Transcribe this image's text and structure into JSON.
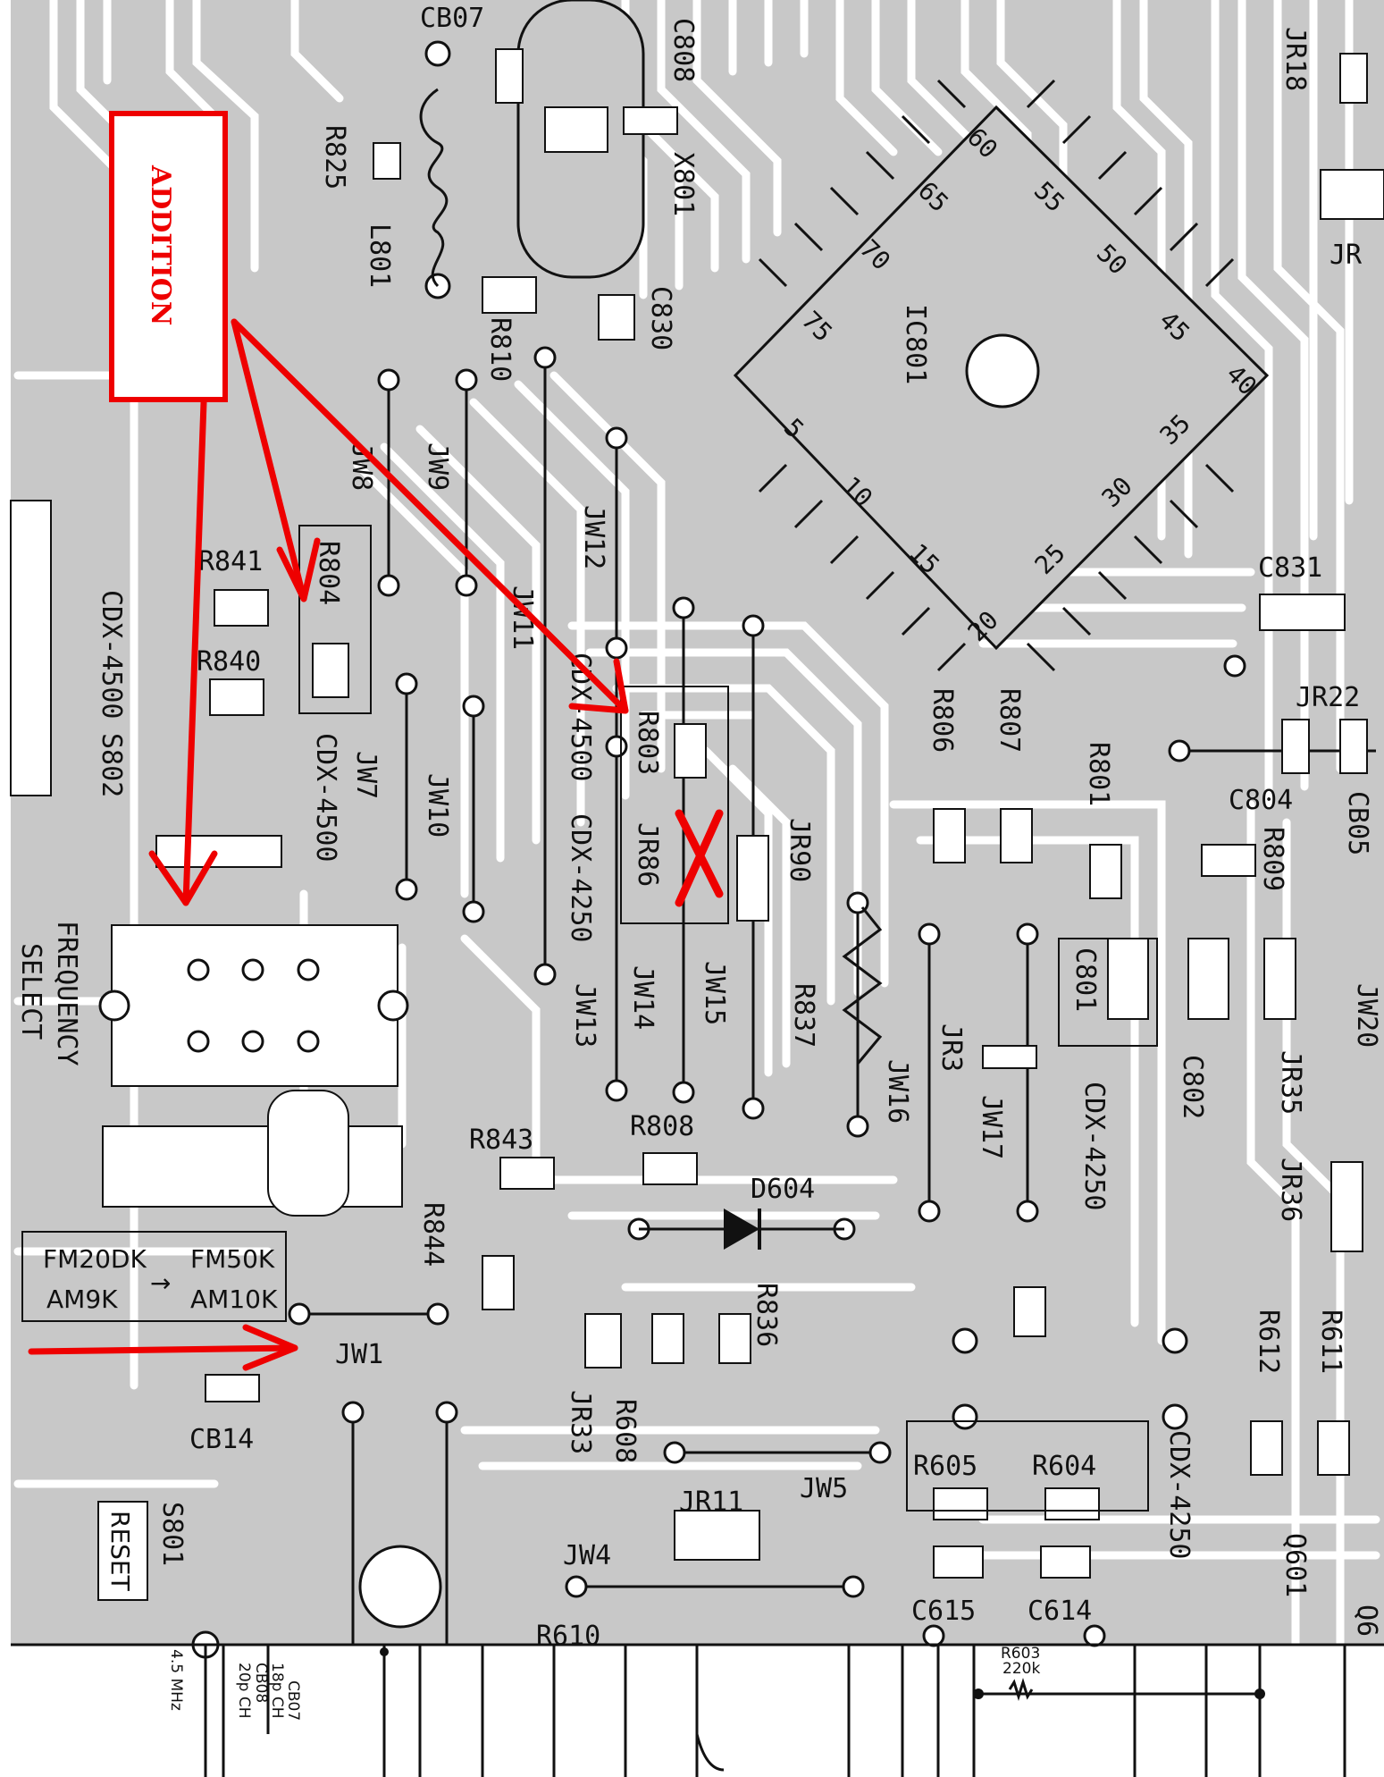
{
  "colors": {
    "board": "#c8c8c8",
    "trace": "#ffffff",
    "ink": "#111111",
    "annotation": "#ee0000"
  },
  "annotation": {
    "addition_label": "ADDITION",
    "x_mark": "X"
  },
  "labels": {
    "cb07": "CB07",
    "c808": "C808",
    "x801": "X801",
    "r825": "R825",
    "l801": "L801",
    "r810": "R810",
    "c830": "C830",
    "ic801": "IC801",
    "jr18": "JR18",
    "jr": "JR",
    "jw8": "JW8",
    "jw9": "JW9",
    "jw11": "JW11",
    "jw12": "JW12",
    "r841": "R841",
    "r840": "R840",
    "r804": "R804",
    "cdx4500a": "CDX-4500",
    "cdx4500b": "CDX-4500",
    "cdx4500c": "CDX-4500",
    "cdx4250a": "CDX-4250",
    "cdx4250b": "CDX-4250",
    "cdx4250c": "CDX-4250",
    "s802": "S802",
    "jw7": "JW7",
    "jw10": "JW10",
    "r803": "R803",
    "jr86": "JR86",
    "jr90": "JR90",
    "c831": "C831",
    "jr22": "JR22",
    "c804": "C804",
    "cb05": "CB05",
    "r806": "R806",
    "r807": "R807",
    "r801": "R801",
    "r809": "R809",
    "c801": "C801",
    "c802": "C802",
    "jr35": "JR35",
    "jr36": "JR36",
    "jw20": "JW20",
    "jr3": "JR3",
    "jw17": "JW17",
    "jw16": "JW16",
    "r837": "R837",
    "jw15": "JW15",
    "jw14": "JW14",
    "jw13": "JW13",
    "frequency": "FREQUENCY",
    "select": "SELECT",
    "r843": "R843",
    "r808": "R808",
    "d604": "D604",
    "r844": "R844",
    "r836": "R836",
    "jw1": "JW1",
    "cb14": "CB14",
    "fm20dk": "FM20DK",
    "fm50k": "FM50K",
    "am9k": "AM9K",
    "am10k": "AM10K",
    "arrow": "→",
    "jr33": "JR33",
    "r608": "R608",
    "jr11": "JR11",
    "jw5": "JW5",
    "jw4": "JW4",
    "r605": "R605",
    "r604": "R604",
    "c615": "C615",
    "c614": "C614",
    "r612": "R612",
    "r611": "R611",
    "q601": "Q601",
    "s801": "S801",
    "reset": "RESET",
    "r610": "R610",
    "q6": "Q6",
    "r220k": "220k",
    "r_partial": "R603",
    "mhz": "4.5 MHz",
    "cb07_note": "CB07",
    "ch18": "18p CH",
    "cb08_note": "CB08",
    "ch20": "20p CH"
  },
  "ic_pins": [
    "60",
    "65",
    "70",
    "75",
    "55",
    "50",
    "45",
    "40",
    "35",
    "30",
    "25",
    "20",
    "15",
    "10",
    "5"
  ]
}
